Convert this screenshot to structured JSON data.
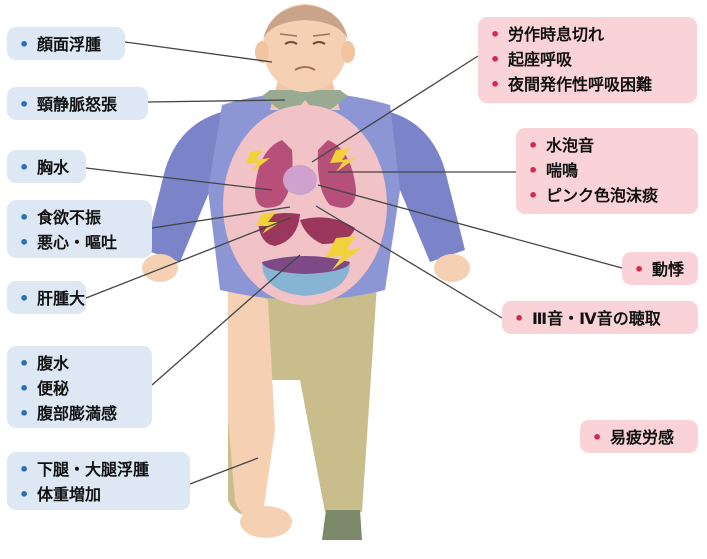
{
  "left_boxes": [
    {
      "id": "face",
      "items": [
        "顔面浮腫"
      ]
    },
    {
      "id": "neck",
      "items": [
        "頸静脈怒張"
      ]
    },
    {
      "id": "chest",
      "items": [
        "胸水"
      ]
    },
    {
      "id": "gi",
      "items": [
        "食欲不振",
        "悪心・嘔吐"
      ]
    },
    {
      "id": "liver",
      "items": [
        "肝腫大"
      ]
    },
    {
      "id": "abdomen",
      "items": [
        "腹水",
        "便秘",
        "腹部膨満感"
      ]
    },
    {
      "id": "legs",
      "items": [
        "下腿・大腿浮腫",
        "体重増加"
      ]
    }
  ],
  "right_boxes": [
    {
      "id": "dyspnea",
      "items": [
        "労作時息切れ",
        "起座呼吸",
        "夜間発作性呼吸困難"
      ]
    },
    {
      "id": "lung",
      "items": [
        "水泡音",
        "喘鳴",
        "ピンク色泡沫痰"
      ]
    },
    {
      "id": "palpitation",
      "items": [
        "動悸"
      ]
    },
    {
      "id": "heart-sound",
      "items": [
        "Ⅲ音・Ⅳ音の聴取"
      ]
    },
    {
      "id": "fatigue",
      "items": [
        "易疲労感"
      ]
    }
  ],
  "colors": {
    "left_box_bg": "#dde8f4",
    "right_box_bg": "#f9d3d8",
    "left_bullet": "#2a6fb5",
    "right_bullet": "#d6294d"
  }
}
